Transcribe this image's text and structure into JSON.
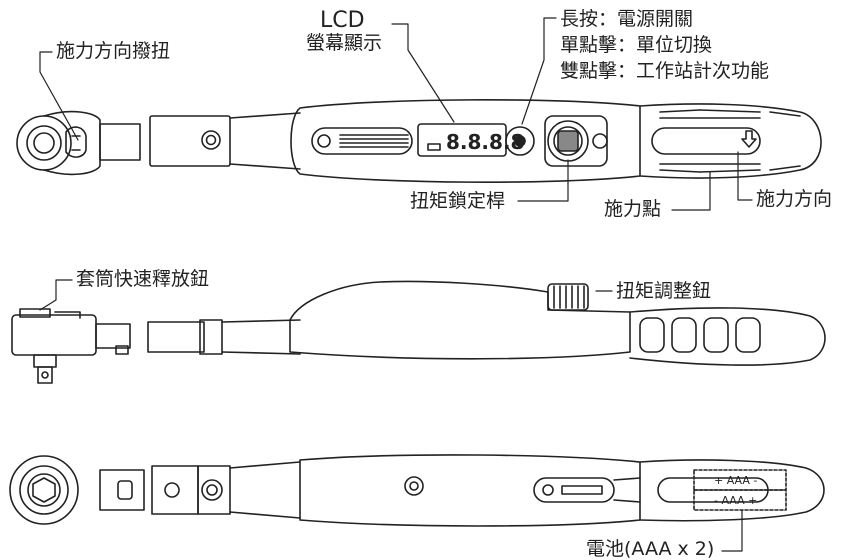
{
  "labels": {
    "lcd_title": "LCD",
    "lcd_desc": "螢幕顯示",
    "force_dir_ratchet": "施力方向撥扭",
    "long_press": "長按：電源開關",
    "single_click": "單點擊：單位切換",
    "double_click": "雙點擊：工作站計次功能",
    "torque_lock": "扭矩鎖定桿",
    "force_point": "施力點",
    "force_direction": "施力方向",
    "socket_release": "套筒快速釋放鈕",
    "torque_adjust": "扭矩調整鈕",
    "battery": "電池(AAA x 2)"
  },
  "lcd": {
    "digits": "8.8.8.8"
  },
  "battery_labels": {
    "top": "+ AAA -",
    "bottom": "- AAA +"
  }
}
